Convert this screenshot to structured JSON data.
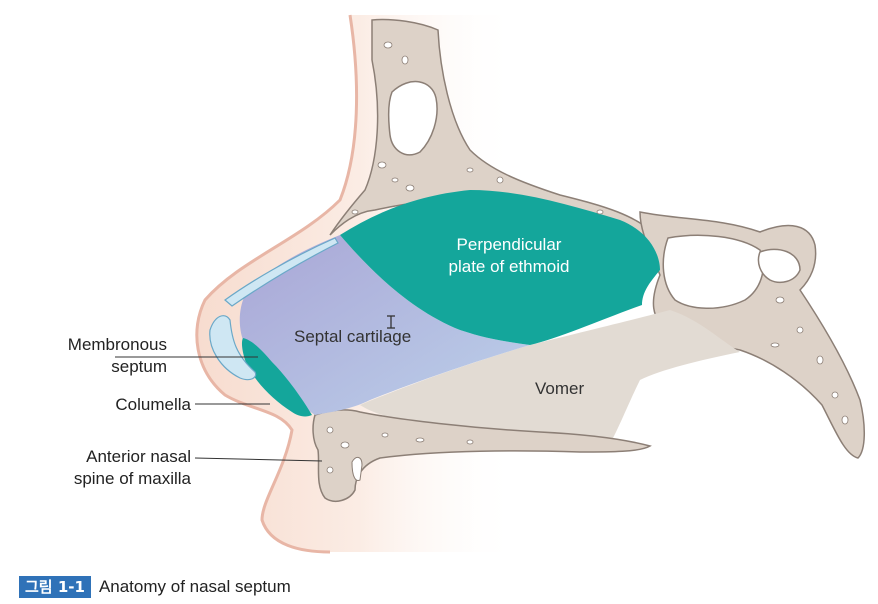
{
  "labels": {
    "perpendicular_plate_line1": "Perpendicular",
    "perpendicular_plate_line2": "plate of ethmoid",
    "septal_cartilage": "Septal cartilage",
    "vomer": "Vomer",
    "membranous_septum_line1": "Membronous",
    "membranous_septum_line2": "septum",
    "columella": "Columella",
    "anterior_nasal_spine_line1": "Anterior nasal",
    "anterior_nasal_spine_line2": "spine of maxilla"
  },
  "caption": {
    "tag": "그림 1-1",
    "title": "Anatomy of nasal septum"
  },
  "colors": {
    "teal": "#14a69b",
    "cartilage": "#b3b8de",
    "bone": "#ddd2c8",
    "skin": "#f8e7df",
    "caption_tag": "#2f72b8"
  }
}
